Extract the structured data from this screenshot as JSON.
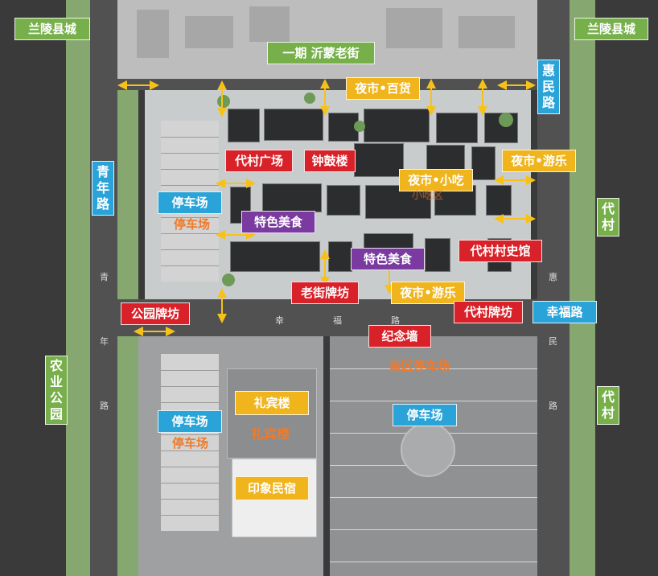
{
  "labels": {
    "lanling_left": "兰陵县城",
    "lanling_right": "兰陵县城",
    "phase1": "一期 沂蒙老街",
    "huimin_road": "惠民路",
    "qingnian_road": "青年路",
    "daicun_top": "代村",
    "daicun_bottom": "代村",
    "nongye_park": "农业公园",
    "night_market_dept": "夜市•百货",
    "daicun_square": "代村广场",
    "bell_drum_tower": "钟鼓楼",
    "night_market_fun_right": "夜市•游乐",
    "night_market_snack": "夜市•小吃",
    "parking_left_top": "停车场",
    "specialty_food_left": "特色美食",
    "specialty_food_center": "特色美食",
    "village_history_museum": "代村村史馆",
    "old_street_arch": "老街牌坊",
    "night_market_fun_center": "夜市•游乐",
    "park_arch": "公园牌坊",
    "daicun_arch": "代村牌坊",
    "xingfu_road": "幸福路",
    "memorial_wall": "纪念墙",
    "guest_house": "礼宾楼",
    "parking_left_bottom": "停车场",
    "parking_south": "停车场",
    "impression_inn": "印象民宿"
  },
  "overlay_text": {
    "parking_left_top": "停车场",
    "snack_faded": "小吃区",
    "south_parking": "南区停车场",
    "guest_house": "礼宾楼",
    "parking_left_bottom": "停车场"
  },
  "road_text": {
    "qingnian": [
      "青",
      "年",
      "路"
    ],
    "xingfu": [
      "幸",
      "福",
      "路"
    ],
    "huimin": [
      "惠",
      "民",
      "路"
    ]
  },
  "colors": {
    "green": "#77b04a",
    "blue": "#2aa3d8",
    "red": "#d82128",
    "yellow": "#f0b41c",
    "purple": "#7a3aa0",
    "orange_text": "#f07a2a",
    "arrow": "#f6c21a"
  }
}
